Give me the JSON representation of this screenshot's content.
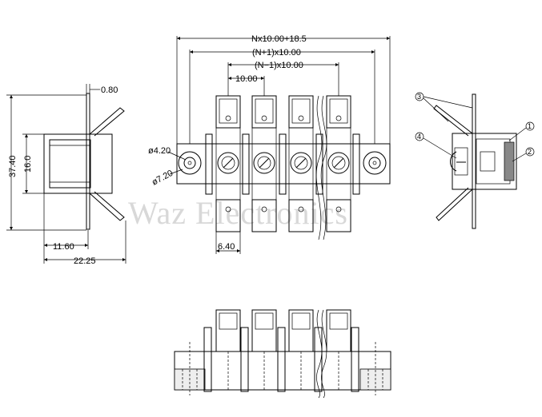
{
  "watermark": "Waz Electronics",
  "dimensions": {
    "total_length": "Nx10.00+18.5",
    "n_plus_1": "(N+1)x10.00",
    "n_minus_1": "(N−1)x10.00",
    "pitch": "10.00",
    "terminal_width": "6.40",
    "hole_small": "ø4.20",
    "hole_large": "ø7.20",
    "plate_thickness": "0.80",
    "height_total": "37.40",
    "height_body": "16.0",
    "depth_front": "11.60",
    "depth_total": "22.25"
  },
  "callouts": [
    "1",
    "2",
    "3",
    "4"
  ]
}
